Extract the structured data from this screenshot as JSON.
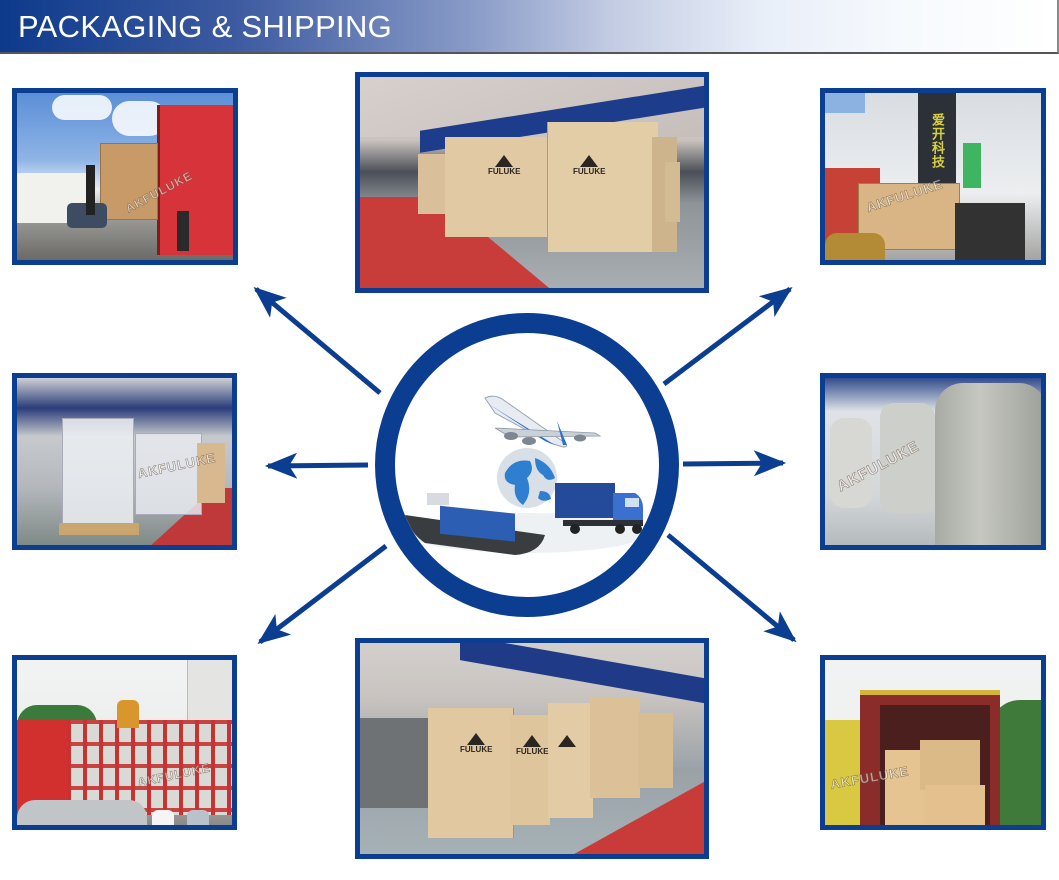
{
  "header": {
    "title": "PACKAGING & SHIPPING",
    "gradient_start": "#0d3a8c",
    "gradient_end": "#ffffff"
  },
  "colors": {
    "frame_border": "#0b3d91",
    "arrow": "#0b3d91",
    "hub_ring": "#0b3d91"
  },
  "hub": {
    "icons": [
      "airplane-icon",
      "globe-icon",
      "cargo-ship-icon",
      "truck-icon"
    ],
    "description": "Air, sea and road freight illustration"
  },
  "photos": [
    {
      "id": "top-left",
      "description": "Wooden crate loaded onto red truck outdoors",
      "watermark": "AKFULUKE"
    },
    {
      "id": "top-center",
      "description": "Row of wooden crates in factory hall",
      "logo_text": "FULUKE"
    },
    {
      "id": "top-right",
      "description": "Forklift loading crate in front of building",
      "watermark": "AKFULUKE",
      "sign_text": "爱开科技"
    },
    {
      "id": "middle-left",
      "description": "Machines wrapped in plastic film on pallets",
      "watermark": "AKFULUKE"
    },
    {
      "id": "middle-right",
      "description": "Stainless steel tanks wrapped in film",
      "watermark": "AKFULUKE"
    },
    {
      "id": "bottom-left",
      "description": "Workers loading goods on red truck",
      "watermark": "AKFULUKE"
    },
    {
      "id": "bottom-center",
      "description": "Wooden crates lined up on factory floor",
      "logo_text": "FULUKE"
    },
    {
      "id": "bottom-right",
      "description": "Crates loaded into shipping container",
      "watermark": "AKFULUKE"
    }
  ],
  "arrows": [
    {
      "direction": "up-left"
    },
    {
      "direction": "up-right"
    },
    {
      "direction": "left"
    },
    {
      "direction": "right"
    },
    {
      "direction": "down-left"
    },
    {
      "direction": "down-right"
    }
  ]
}
